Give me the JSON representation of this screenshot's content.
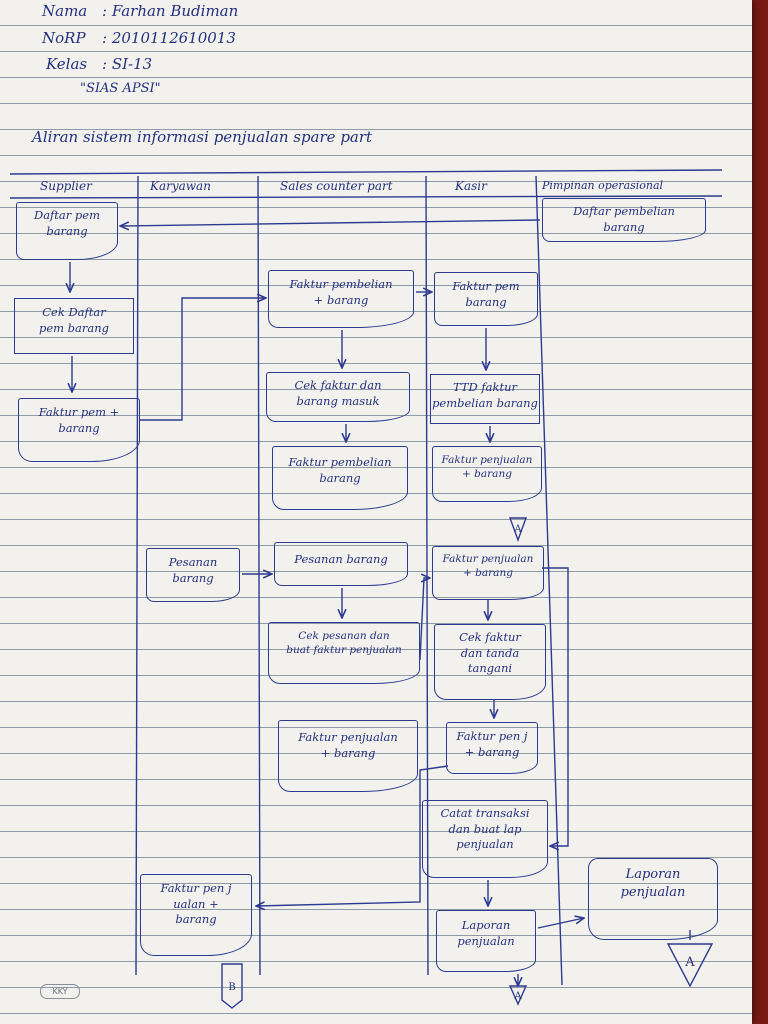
{
  "header": {
    "nama_label": "Nama",
    "nama_value": ": Farhan Budiman",
    "nrp_label": "NoRP",
    "nrp_value": ": 2010112610013",
    "kelas_label": "Kelas",
    "kelas_value": ": SI-13",
    "course": "\"SIAS APSI\""
  },
  "diagram_title": "Aliran sistem informasi penjualan spare part",
  "swimlanes": [
    "Supplier",
    "Karyawan",
    "Sales counter part",
    "Kasir",
    "Pimpinan operasional"
  ],
  "nodes": {
    "supplier_daftar": "Daftar pem\nbarang",
    "supplier_cek": "Cek Daftar\npem barang",
    "supplier_faktur": "Faktur pem +\nbarang",
    "sales_faktur_pembelian": "Faktur pembelian\n+ barang",
    "sales_cek_faktur": "Cek faktur dan\nbarang masuk",
    "sales_faktur_pembelian2": "Faktur pembelian\nbarang",
    "sales_pesanan": "Pesanan barang",
    "sales_cek_pesanan": "Cek pesanan dan\nbuat faktur penjualan",
    "sales_faktur_penjualan": "Faktur penjualan\n+ barang",
    "kasir_faktur_pem": "Faktur pem\nbarang",
    "kasir_ttd": "TTD faktur\npembelian barang",
    "kasir_faktur_penjualan": "Faktur penjualan\n+ barang",
    "kasir_faktur_penjualan2": "Faktur penjualan\n+ barang",
    "kasir_cek_faktur": "Cek faktur\ndan tanda\ntangani",
    "kasir_faktur_penj3": "Faktur pen j\n+ barang",
    "kasir_catat": "Catat transaksi\ndan buat lap\npenjualan",
    "kasir_laporan": "Laporan\npenjualan",
    "karyawan_pesanan": "Pesanan\nbarang",
    "karyawan_faktur": "Faktur pen j\nualan +\nbarang",
    "pimpinan_daftar": "Daftar pembelian\nbarang",
    "pimpinan_laporan": "Laporan\npenjualan"
  },
  "connectors": {
    "c1": "A",
    "c2": "A",
    "c3": "A",
    "c4": "B"
  },
  "footer_badge": "KKY"
}
